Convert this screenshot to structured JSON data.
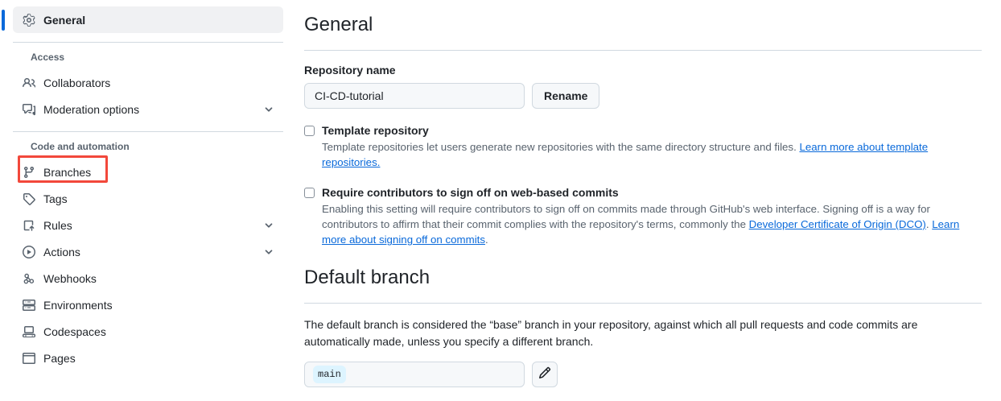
{
  "sidebar": {
    "primary": {
      "label": "General",
      "icon": "gear-icon",
      "active": true
    },
    "groups": [
      {
        "heading": "Access",
        "items": [
          {
            "label": "Collaborators",
            "icon": "people-icon",
            "chevron": false
          },
          {
            "label": "Moderation options",
            "icon": "comment-discussion-icon",
            "chevron": true
          }
        ]
      },
      {
        "heading": "Code and automation",
        "items": [
          {
            "label": "Branches",
            "icon": "git-branch-icon",
            "chevron": false,
            "highlighted": true
          },
          {
            "label": "Tags",
            "icon": "tag-icon",
            "chevron": false
          },
          {
            "label": "Rules",
            "icon": "rules-icon",
            "chevron": true
          },
          {
            "label": "Actions",
            "icon": "play-icon",
            "chevron": true
          },
          {
            "label": "Webhooks",
            "icon": "webhook-icon",
            "chevron": false
          },
          {
            "label": "Environments",
            "icon": "server-icon",
            "chevron": false
          },
          {
            "label": "Codespaces",
            "icon": "codespaces-icon",
            "chevron": false
          },
          {
            "label": "Pages",
            "icon": "browser-icon",
            "chevron": false
          }
        ]
      }
    ]
  },
  "main": {
    "title": "General",
    "repository_name": {
      "label": "Repository name",
      "value": "CI-CD-tutorial",
      "rename_button": "Rename"
    },
    "template_repository": {
      "title": "Template repository",
      "checked": false,
      "desc_before": "Template repositories let users generate new repositories with the same directory structure and files. ",
      "link_text": "Learn more about template repositories."
    },
    "sign_off": {
      "title": "Require contributors to sign off on web-based commits",
      "checked": false,
      "desc_part1": "Enabling this setting will require contributors to sign off on commits made through GitHub's web interface. Signing off is a way for contributors to affirm that their commit complies with the repository's terms, commonly the ",
      "link1_text": "Developer Certificate of Origin (DCO)",
      "desc_part2": ". ",
      "link2_text": "Learn more about signing off on commits",
      "desc_part3": "."
    },
    "default_branch": {
      "title": "Default branch",
      "description": "The default branch is considered the “base” branch in your repository, against which all pull requests and code commits are automatically made, unless you specify a different branch.",
      "branch_name": "main",
      "edit_icon": "pencil-icon"
    }
  },
  "colors": {
    "accent": "#0969da",
    "link": "#0969da",
    "annotation": "#f2483b",
    "badge_bg": "#ddf4ff",
    "border": "#d1d9e0"
  }
}
